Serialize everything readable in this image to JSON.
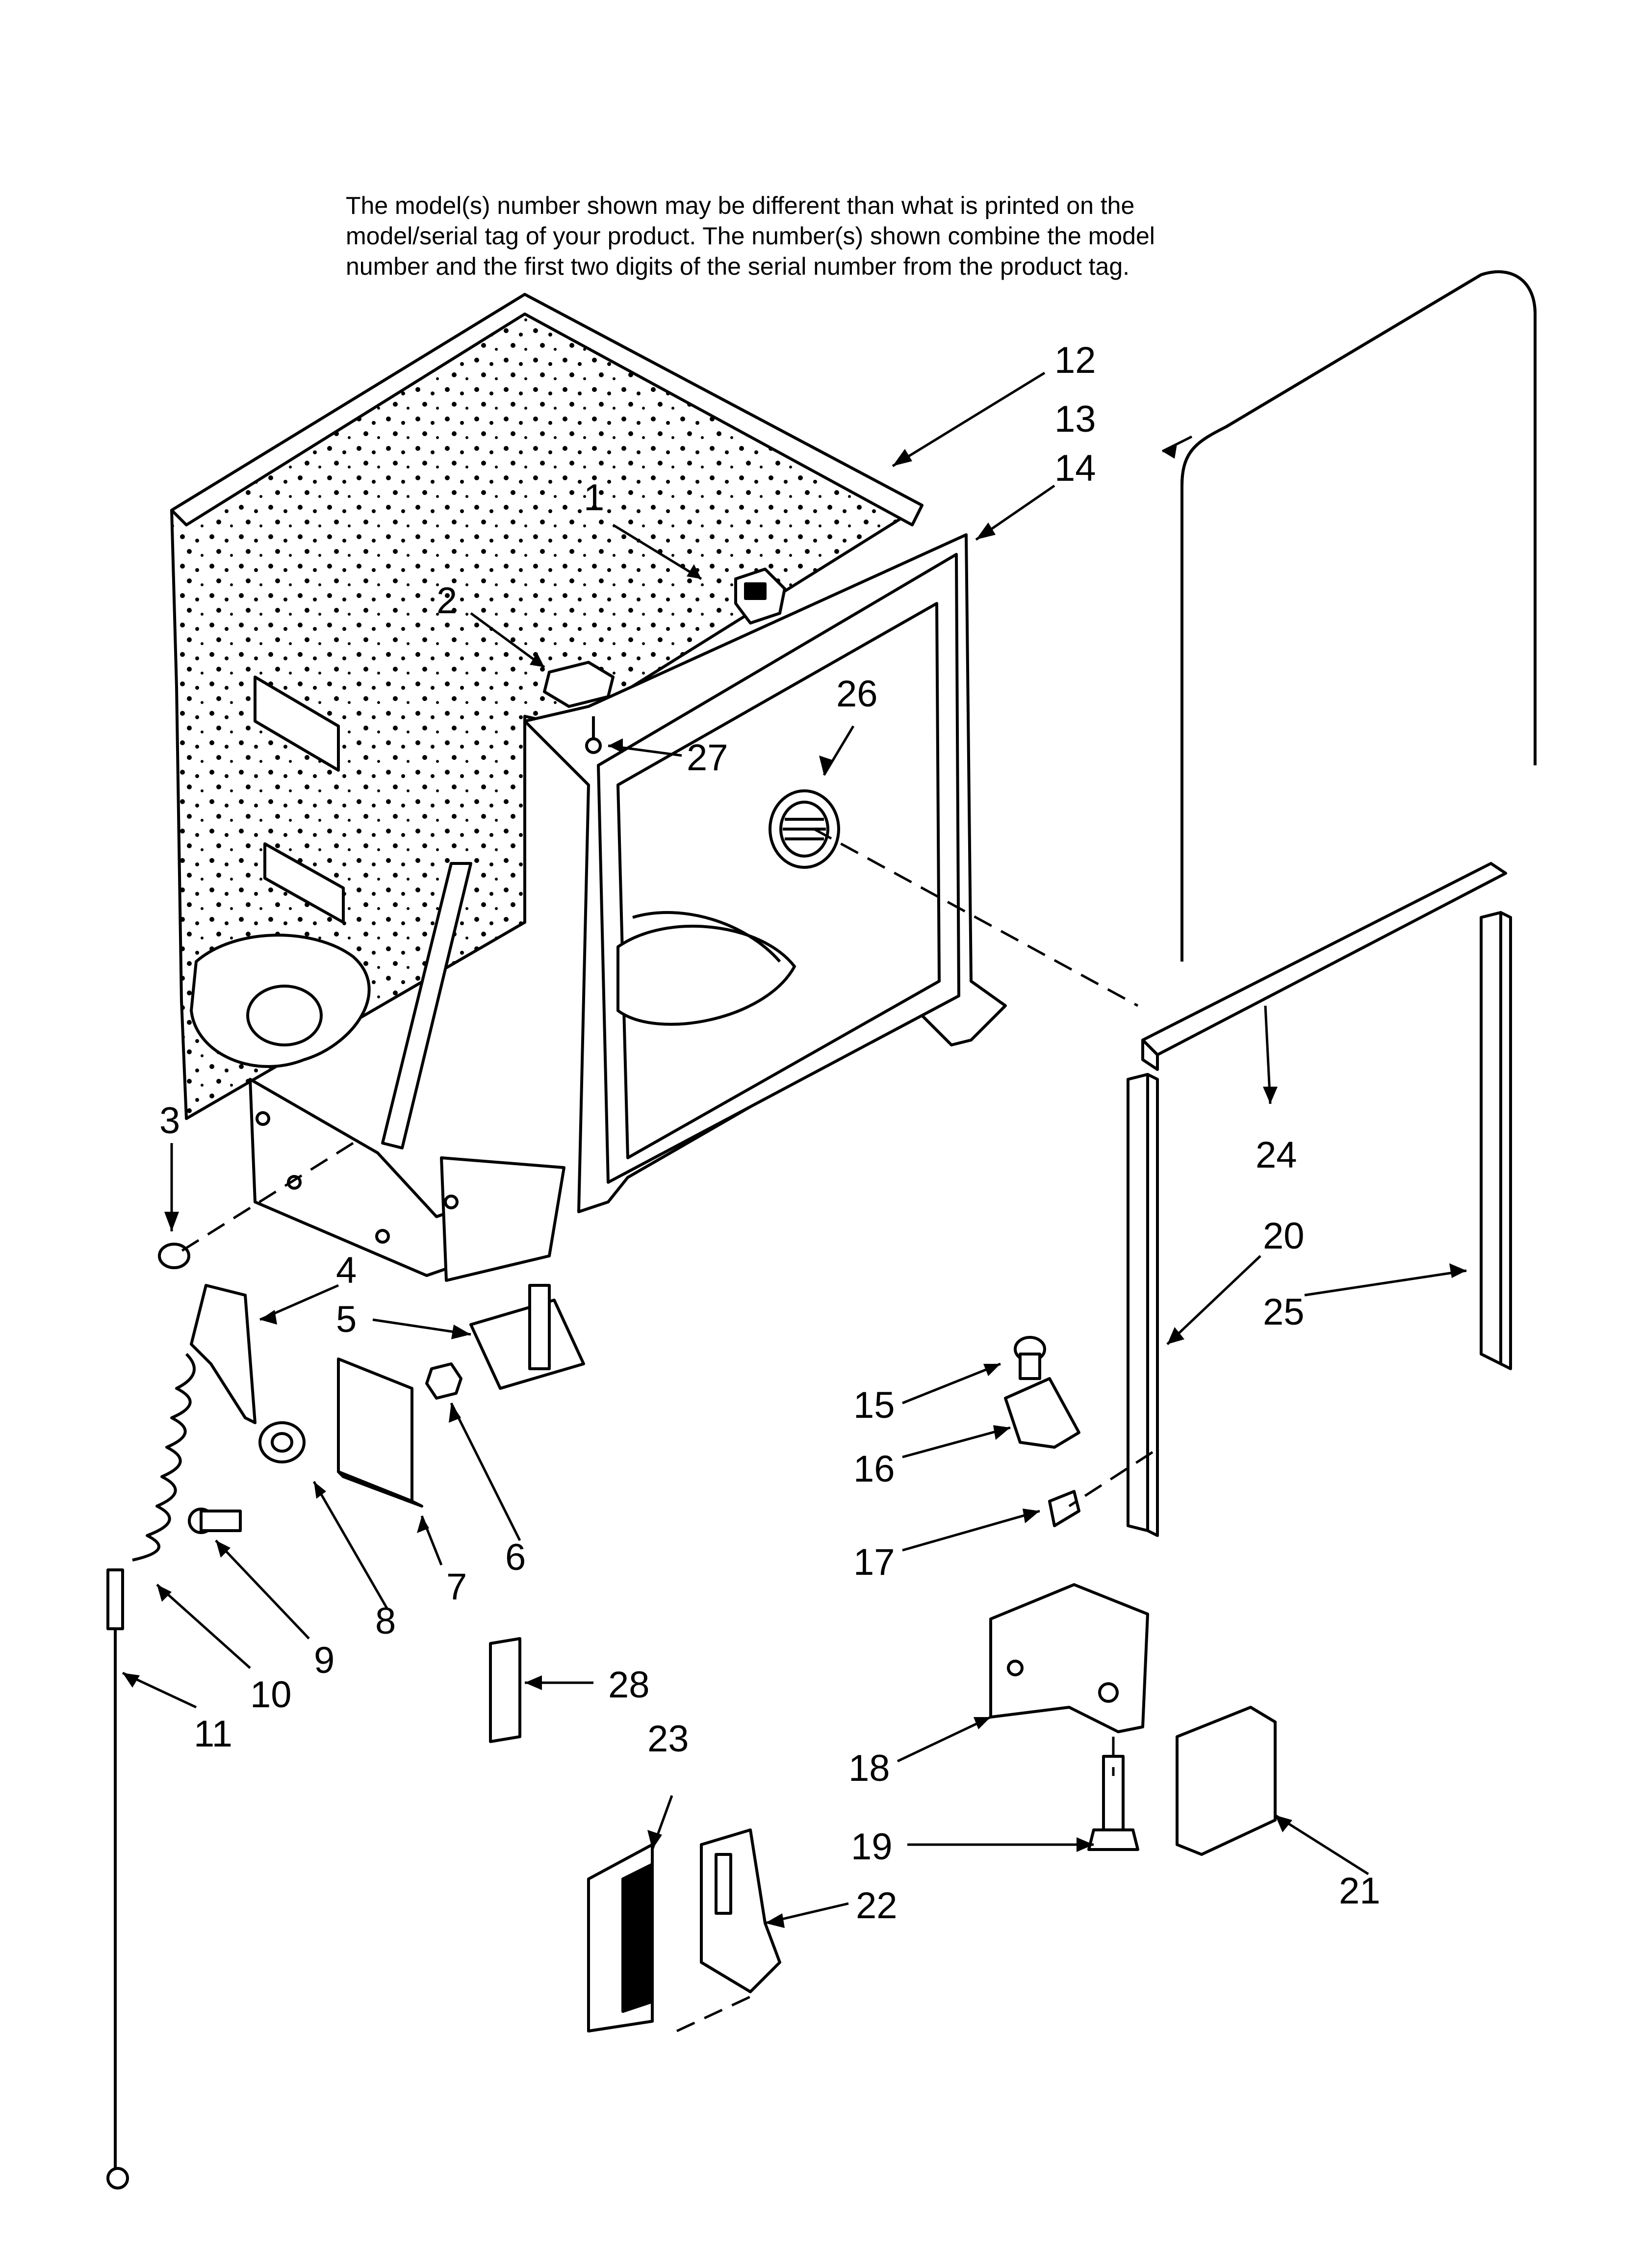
{
  "header": {
    "note": "The model(s) number shown may be different than what is printed on the\nmodel/serial tag of your product. The number(s) shown combine the model\nnumber and the first two digits of the serial number from the product tag."
  },
  "callouts": [
    {
      "id": "1",
      "label": "1"
    },
    {
      "id": "2",
      "label": "2"
    },
    {
      "id": "3",
      "label": "3"
    },
    {
      "id": "4",
      "label": "4"
    },
    {
      "id": "5",
      "label": "5"
    },
    {
      "id": "6",
      "label": "6"
    },
    {
      "id": "7",
      "label": "7"
    },
    {
      "id": "8",
      "label": "8"
    },
    {
      "id": "9",
      "label": "9"
    },
    {
      "id": "10",
      "label": "10"
    },
    {
      "id": "11",
      "label": "11"
    },
    {
      "id": "12",
      "label": "12"
    },
    {
      "id": "13",
      "label": "13"
    },
    {
      "id": "14",
      "label": "14"
    },
    {
      "id": "15",
      "label": "15"
    },
    {
      "id": "16",
      "label": "16"
    },
    {
      "id": "17",
      "label": "17"
    },
    {
      "id": "18",
      "label": "18"
    },
    {
      "id": "19",
      "label": "19"
    },
    {
      "id": "20",
      "label": "20"
    },
    {
      "id": "21",
      "label": "21"
    },
    {
      "id": "22",
      "label": "22"
    },
    {
      "id": "23",
      "label": "23"
    },
    {
      "id": "24",
      "label": "24"
    },
    {
      "id": "25",
      "label": "25"
    },
    {
      "id": "26",
      "label": "26"
    },
    {
      "id": "27",
      "label": "27"
    },
    {
      "id": "28",
      "label": "28"
    }
  ],
  "colors": {
    "line": "#000000",
    "background": "#ffffff",
    "insulation_fill": "#f4f4f4"
  }
}
